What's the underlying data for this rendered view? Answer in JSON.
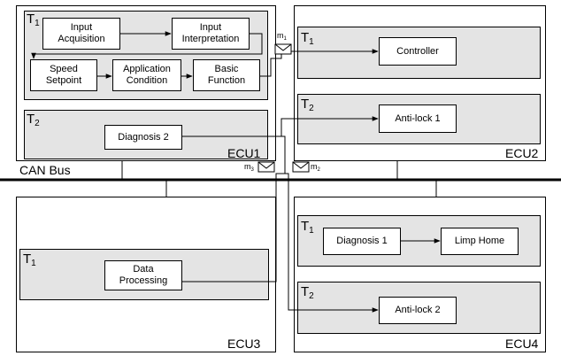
{
  "ecus": {
    "ecu1": "ECU1",
    "ecu2": "ECU2",
    "ecu3": "ECU3",
    "ecu4": "ECU4"
  },
  "bus_label": "CAN Bus",
  "tasks": {
    "ecu1_t1": {
      "letter": "T",
      "index": "1"
    },
    "ecu1_t2": {
      "letter": "T",
      "index": "2"
    },
    "ecu2_t1": {
      "letter": "T",
      "index": "1"
    },
    "ecu2_t2": {
      "letter": "T",
      "index": "2"
    },
    "ecu3_t1": {
      "letter": "T",
      "index": "1"
    },
    "ecu4_t1": {
      "letter": "T",
      "index": "1"
    },
    "ecu4_t2": {
      "letter": "T",
      "index": "2"
    }
  },
  "runnables": {
    "input_acquisition": "Input\nAcquisition",
    "input_interpretation": "Input\nInterpretation",
    "speed_setpoint": "Speed\nSetpoint",
    "application_condition": "Application\nCondition",
    "basic_function": "Basic\nFunction",
    "diagnosis_2": "Diagnosis 2",
    "controller": "Controller",
    "anti_lock_1": "Anti-lock 1",
    "data_processing": "Data\nProcessing",
    "diagnosis_1": "Diagnosis 1",
    "limp_home": "Limp Home",
    "anti_lock_2": "Anti-lock 2"
  },
  "messages": {
    "m1": {
      "letter": "m",
      "index": "1"
    },
    "m2": {
      "letter": "m",
      "index": "2"
    },
    "m3": {
      "letter": "m",
      "index": "3"
    }
  }
}
